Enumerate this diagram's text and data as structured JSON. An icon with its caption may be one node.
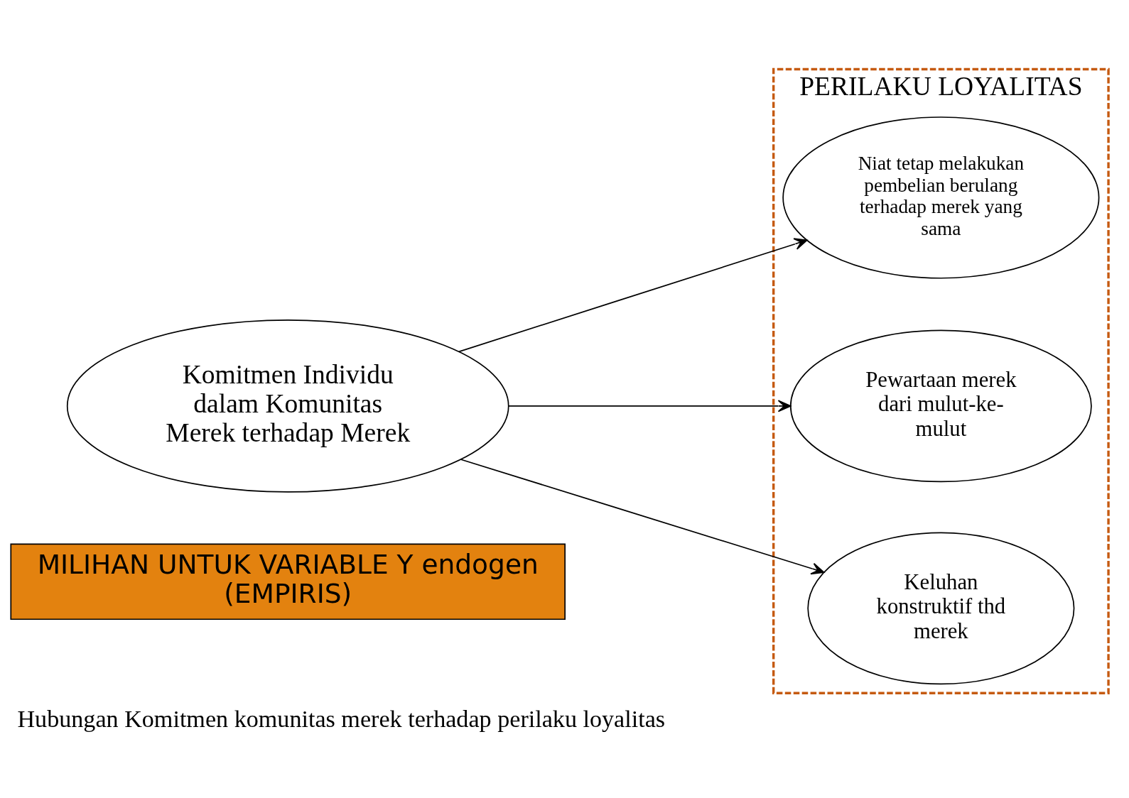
{
  "diagram": {
    "caption": "Hubungan Komitmen komunitas merek terhadap perilaku loyalitas",
    "nodes": [
      {
        "text": [
          "MILIHAN UNTUK VARIABLE Y endogen (EMPIRIS)"
        ]
      },
      {
        "text": [
          "Komitmen Individu dalam Komunitas Merek terhadap Merek"
        ]
      },
      {
        "text": [
          "PERILAKU LOYALITAS"
        ]
      },
      {
        "text": [
          "Niat tetap melakukan pembelian berulang terhadap merek yang sama"
        ],
        "in": 2
      },
      {
        "text": [
          "Pewartaan merek dari mulut-ke-mulut"
        ],
        "in": 2
      },
      {
        "text": [
          "Keluhan konstruktif thd merek"
        ],
        "in": 2
      }
    ],
    "edges": [
      {
        "from": 1,
        "to": 3,
        "arrow": "to"
      },
      {
        "from": 1,
        "to": 4,
        "arrow": "to"
      },
      {
        "from": 1,
        "to": 5,
        "arrow": "to"
      }
    ]
  }
}
